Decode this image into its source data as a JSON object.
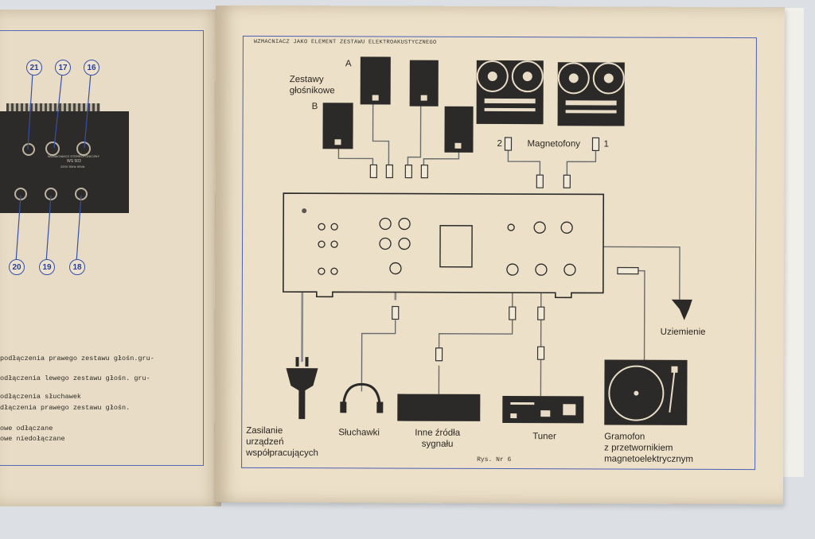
{
  "left_page": {
    "callouts_top": [
      "21",
      "17",
      "16"
    ],
    "callouts_bottom": [
      "20",
      "19",
      "18"
    ],
    "device_text": [
      "WZMACNIACZ STEREOFONICZNY",
      "WS 503",
      "220V 50Hz 90VA"
    ],
    "list_lines": [
      "podłączenia prawego zestawu głośn.gru-",
      "odłączenia lewego zestawu głośn. gru-",
      "odłączenia słuchawek",
      "dłączenia prawego zestawu głośn.",
      "owe odłączane",
      "owe niedołączane"
    ]
  },
  "right_page": {
    "title": "WZMACNIACZ JAKO ELEMENT ZESTAWU ELEKTROAKUSTYCZNEGO",
    "speakers_label": "Zestawy\ngłośnikowe",
    "speaker_row_a": "A",
    "speaker_row_b": "B",
    "tape_label": "Magnetofony",
    "tape_num_left": "2",
    "tape_num_right": "1",
    "ground_label": "Uziemienie",
    "power_label": "Zasilanie\nurządzeń\nwspółpracujących",
    "headphones_label": "Słuchawki",
    "other_sources_label": "Inne źródła\nsygnału",
    "tuner_label": "Tuner",
    "turntable_label": "Gramofon\nz przetwornikiem\nmagnetoelektrycznym",
    "figure_label": "Rys. Nr 6"
  }
}
